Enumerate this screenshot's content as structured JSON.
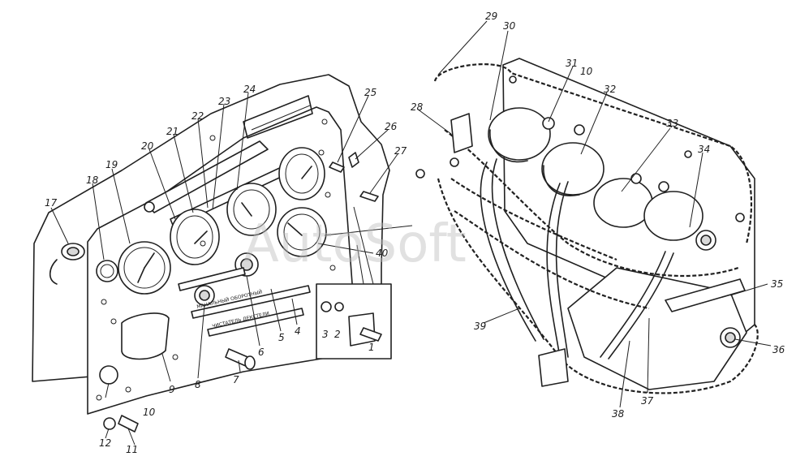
{
  "callouts": [
    {
      "id": "c1",
      "text": "1"
    },
    {
      "id": "c2",
      "text": "2"
    },
    {
      "id": "c3",
      "text": "3"
    },
    {
      "id": "c4",
      "text": "4"
    },
    {
      "id": "c5",
      "text": "5"
    },
    {
      "id": "c6",
      "text": "6"
    },
    {
      "id": "c7",
      "text": "7"
    },
    {
      "id": "c8",
      "text": "8"
    },
    {
      "id": "c9",
      "text": "9"
    },
    {
      "id": "c10",
      "text": "10"
    },
    {
      "id": "c11",
      "text": "11"
    },
    {
      "id": "c12",
      "text": "12"
    },
    {
      "id": "c17",
      "text": "17"
    },
    {
      "id": "c18",
      "text": "18"
    },
    {
      "id": "c19",
      "text": "19"
    },
    {
      "id": "c20",
      "text": "20"
    },
    {
      "id": "c21",
      "text": "21"
    },
    {
      "id": "c22",
      "text": "22"
    },
    {
      "id": "c23",
      "text": "23"
    },
    {
      "id": "c24",
      "text": "24"
    },
    {
      "id": "c25",
      "text": "25"
    },
    {
      "id": "c26",
      "text": "26"
    },
    {
      "id": "c27",
      "text": "27"
    },
    {
      "id": "c28",
      "text": "28"
    },
    {
      "id": "c29",
      "text": "29"
    },
    {
      "id": "c30",
      "text": "30"
    },
    {
      "id": "c31",
      "text": "31"
    },
    {
      "id": "c10b",
      "text": "10"
    },
    {
      "id": "c32",
      "text": "32"
    },
    {
      "id": "c33",
      "text": "33"
    },
    {
      "id": "c34",
      "text": "34"
    },
    {
      "id": "c35",
      "text": "35"
    },
    {
      "id": "c36",
      "text": "36"
    },
    {
      "id": "c37",
      "text": "37"
    },
    {
      "id": "c38",
      "text": "38"
    },
    {
      "id": "c39",
      "text": "39"
    },
    {
      "id": "c40",
      "text": "40"
    }
  ],
  "watermark": "AutoSoft"
}
